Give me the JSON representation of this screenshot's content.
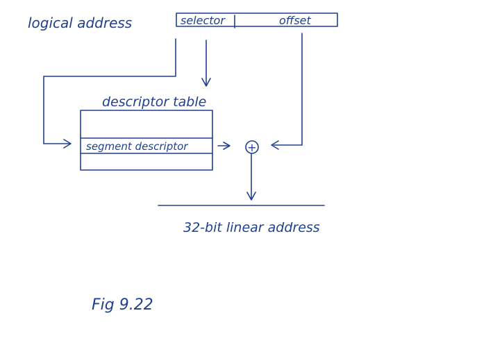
{
  "ink_color": "#1f3f8f",
  "labels": {
    "logical_address": "logical address",
    "selector": "selector",
    "offset": "offset",
    "descriptor_table": "descriptor table",
    "segment_descriptor": "segment descriptor",
    "plus": "+",
    "linear_address": "32-bit linear address",
    "figure_caption": "Fig 9.22"
  }
}
